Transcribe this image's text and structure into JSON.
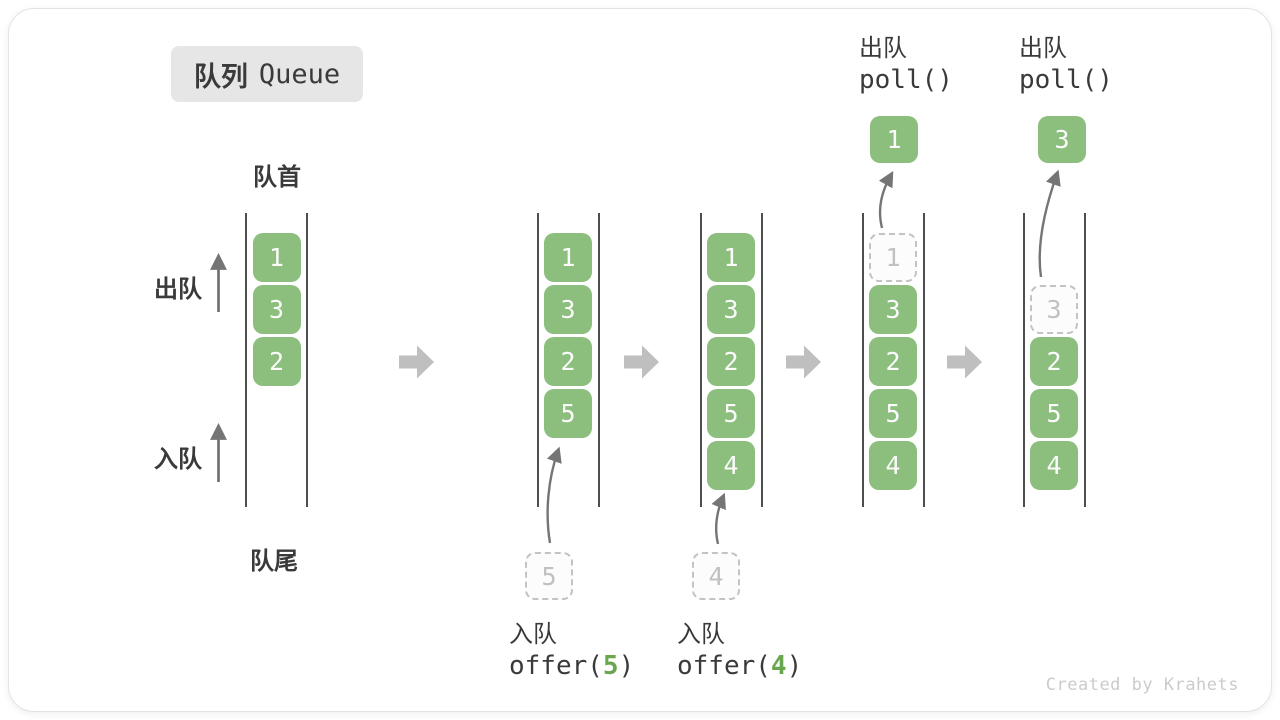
{
  "title": {
    "zh": "队列",
    "en": "Queue"
  },
  "side_labels": {
    "front": "队首",
    "rear": "队尾",
    "dequeue": "出队",
    "enqueue": "入队"
  },
  "footer": "Created by Krahets",
  "colors": {
    "green": "#8CBE7E",
    "cell_text": "#FBFBFB",
    "dashed_border": "#C3C3C3",
    "dashed_text": "#C1C1C1",
    "code_green": "#69A74E",
    "block_arrow": "#BFBFBF",
    "thin_arrow": "#757575",
    "column_line": "#4E4E4E",
    "label_text": "#3A3A3A",
    "title_bg": "#E6E6E6",
    "footer_text": "#CBCBCB"
  },
  "states": [
    {
      "cells": [
        {
          "slot": 0,
          "value": "1",
          "kind": "filled"
        },
        {
          "slot": 1,
          "value": "3",
          "kind": "filled"
        },
        {
          "slot": 2,
          "value": "2",
          "kind": "filled"
        }
      ]
    },
    {
      "cells": [
        {
          "slot": 0,
          "value": "1",
          "kind": "filled"
        },
        {
          "slot": 1,
          "value": "3",
          "kind": "filled"
        },
        {
          "slot": 2,
          "value": "2",
          "kind": "filled"
        },
        {
          "slot": 3,
          "value": "5",
          "kind": "filled"
        }
      ],
      "incoming": {
        "value": "5"
      },
      "op_bottom": {
        "zh": "入队",
        "pre": "offer(",
        "num": "5",
        "post": ")"
      }
    },
    {
      "cells": [
        {
          "slot": 0,
          "value": "1",
          "kind": "filled"
        },
        {
          "slot": 1,
          "value": "3",
          "kind": "filled"
        },
        {
          "slot": 2,
          "value": "2",
          "kind": "filled"
        },
        {
          "slot": 3,
          "value": "5",
          "kind": "filled"
        },
        {
          "slot": 4,
          "value": "4",
          "kind": "filled"
        }
      ],
      "incoming": {
        "value": "4"
      },
      "op_bottom": {
        "zh": "入队",
        "pre": "offer(",
        "num": "4",
        "post": ")"
      }
    },
    {
      "cells": [
        {
          "slot": 0,
          "value": "1",
          "kind": "dashed"
        },
        {
          "slot": 1,
          "value": "3",
          "kind": "filled"
        },
        {
          "slot": 2,
          "value": "2",
          "kind": "filled"
        },
        {
          "slot": 3,
          "value": "5",
          "kind": "filled"
        },
        {
          "slot": 4,
          "value": "4",
          "kind": "filled"
        }
      ],
      "popped": {
        "value": "1"
      },
      "op_top": {
        "zh": "出队",
        "code": "poll()"
      }
    },
    {
      "cells": [
        {
          "slot": 1,
          "value": "3",
          "kind": "dashed"
        },
        {
          "slot": 2,
          "value": "2",
          "kind": "filled"
        },
        {
          "slot": 3,
          "value": "5",
          "kind": "filled"
        },
        {
          "slot": 4,
          "value": "4",
          "kind": "filled"
        }
      ],
      "popped": {
        "value": "3"
      },
      "op_top": {
        "zh": "出队",
        "code": "poll()"
      }
    }
  ]
}
